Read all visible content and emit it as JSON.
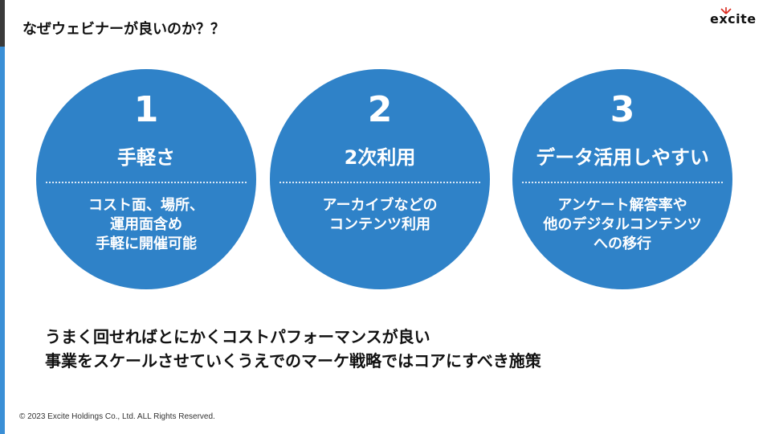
{
  "title": "なぜウェビナーが良いのか？？",
  "logo": {
    "text": "excite"
  },
  "colors": {
    "circle": "#2f82c8",
    "accent_blue": "#3a8fd6",
    "accent_dark": "#3a3a3a"
  },
  "points": [
    {
      "number": "1",
      "heading": "手軽さ",
      "lines": [
        "コスト面、場所、",
        "運用面含め",
        "手軽に開催可能"
      ]
    },
    {
      "number": "2",
      "heading": "2次利用",
      "lines": [
        "アーカイブなどの",
        "コンテンツ利用"
      ]
    },
    {
      "number": "3",
      "heading": "データ活用しやすい",
      "lines": [
        "アンケート解答率や",
        "他のデジタルコンテンツ",
        "への移行"
      ]
    }
  ],
  "summary": [
    "うまく回せればとにかくコストパフォーマンスが良い",
    "事業をスケールさせていくうえでのマーケ戦略ではコアにすべき施策"
  ],
  "footer": "© 2023 Excite Holdings Co., Ltd. ALL Rights Reserved."
}
